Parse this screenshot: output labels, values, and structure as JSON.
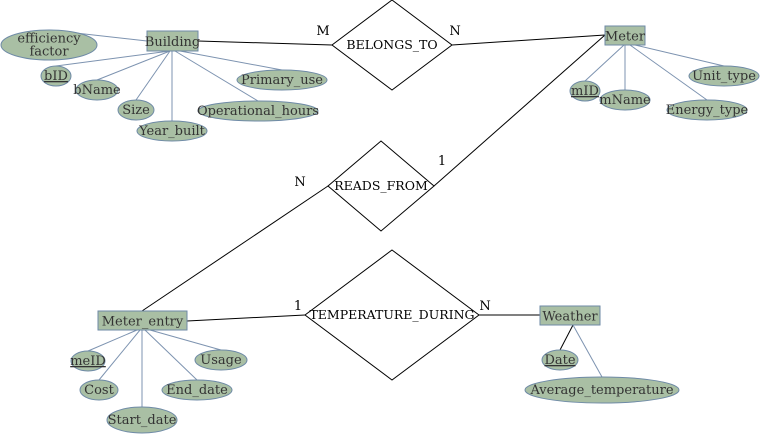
{
  "colors": {
    "fill": "#a9bfa4",
    "stroke": "#6e8aa6",
    "line_dark": "#000000",
    "line_light": "#7d93b0",
    "text": "#333333"
  },
  "entities": [
    {
      "id": "building",
      "label": "Building"
    },
    {
      "id": "meter",
      "label": "Meter"
    },
    {
      "id": "meter_entry",
      "label": "Meter_entry"
    },
    {
      "id": "weather",
      "label": "Weather"
    }
  ],
  "relationships": [
    {
      "id": "belongs_to",
      "label": "BELONGS_TO"
    },
    {
      "id": "reads_from",
      "label": "READS_FROM"
    },
    {
      "id": "temperature_during",
      "label": "TEMPERATURE_DURING"
    }
  ],
  "attributes": [
    {
      "id": "efficiency",
      "lines": [
        "efficiency",
        "factor"
      ],
      "key": false,
      "entity": "building"
    },
    {
      "id": "bid",
      "lines": [
        "bID"
      ],
      "key": true,
      "entity": "building"
    },
    {
      "id": "bname",
      "lines": [
        "bName"
      ],
      "key": false,
      "entity": "building"
    },
    {
      "id": "size",
      "lines": [
        "Size"
      ],
      "key": false,
      "entity": "building"
    },
    {
      "id": "year_built",
      "lines": [
        "Year_built"
      ],
      "key": false,
      "entity": "building"
    },
    {
      "id": "operational_hours",
      "lines": [
        "Operational_hours"
      ],
      "key": false,
      "entity": "building"
    },
    {
      "id": "primary_use",
      "lines": [
        "Primary_use"
      ],
      "key": false,
      "entity": "building"
    },
    {
      "id": "mid",
      "lines": [
        "mID"
      ],
      "key": true,
      "entity": "meter"
    },
    {
      "id": "mname",
      "lines": [
        "mName"
      ],
      "key": false,
      "entity": "meter"
    },
    {
      "id": "energy_type",
      "lines": [
        "Energy_type"
      ],
      "key": false,
      "entity": "meter"
    },
    {
      "id": "unit_type",
      "lines": [
        "Unit_type"
      ],
      "key": false,
      "entity": "meter"
    },
    {
      "id": "meid",
      "lines": [
        "meID"
      ],
      "key": true,
      "entity": "meter_entry"
    },
    {
      "id": "cost",
      "lines": [
        "Cost"
      ],
      "key": false,
      "entity": "meter_entry"
    },
    {
      "id": "start_date",
      "lines": [
        "Start_date"
      ],
      "key": false,
      "entity": "meter_entry"
    },
    {
      "id": "end_date",
      "lines": [
        "End_date"
      ],
      "key": false,
      "entity": "meter_entry"
    },
    {
      "id": "usage",
      "lines": [
        "Usage"
      ],
      "key": false,
      "entity": "meter_entry"
    },
    {
      "id": "date",
      "lines": [
        "Date"
      ],
      "key": true,
      "entity": "weather"
    },
    {
      "id": "average_temperature",
      "lines": [
        "Average_temperature"
      ],
      "key": false,
      "entity": "weather"
    }
  ],
  "cardinalities": [
    {
      "id": "belongs_to_building",
      "text": "M"
    },
    {
      "id": "belongs_to_meter",
      "text": "N"
    },
    {
      "id": "reads_from_meter",
      "text": "1"
    },
    {
      "id": "reads_from_entry",
      "text": "N"
    },
    {
      "id": "temp_entry",
      "text": "1"
    },
    {
      "id": "temp_weather",
      "text": "N"
    }
  ]
}
